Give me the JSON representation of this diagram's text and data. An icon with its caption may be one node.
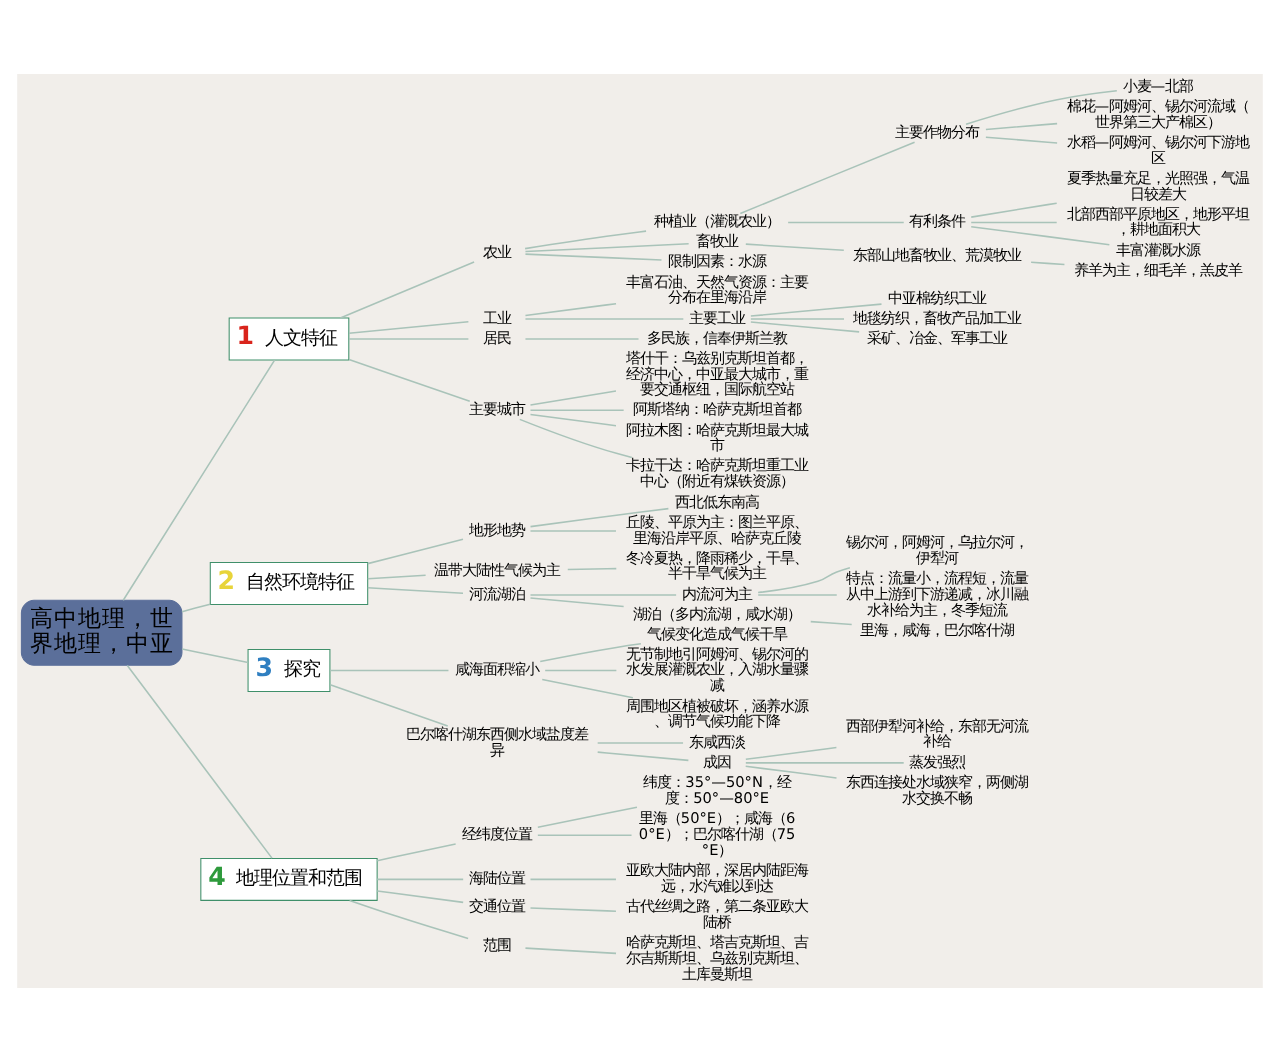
{
  "diagram": {
    "nodes": [
      {
        "text": [
          "高中地理，世界地理，中亚"
        ]
      },
      {
        "text": [
          "1",
          "人文特征"
        ]
      },
      {
        "text": [
          "农业"
        ]
      },
      {
        "text": [
          "种植业（灌溉农业）"
        ]
      },
      {
        "text": [
          "主要作物分布"
        ]
      },
      {
        "text": [
          "小麦—北部"
        ]
      },
      {
        "text": [
          "棉花—阿姆河、锡尔河流域（世界第三大产棉区）"
        ]
      },
      {
        "text": [
          "水稻—阿姆河、锡尔河下游地区"
        ]
      },
      {
        "text": [
          "有利条件"
        ]
      },
      {
        "text": [
          "夏季热量充足，光照强，气温日较差大"
        ]
      },
      {
        "text": [
          "北部西部平原地区，地形平坦，耕地面积大"
        ]
      },
      {
        "text": [
          "丰富灌溉水源"
        ]
      },
      {
        "text": [
          "畜牧业"
        ]
      },
      {
        "text": [
          "东部山地畜牧业、荒漠牧业"
        ]
      },
      {
        "text": [
          "养羊为主，细毛羊，羔皮羊"
        ]
      },
      {
        "text": [
          "限制因素：水源"
        ]
      },
      {
        "text": [
          "工业"
        ]
      },
      {
        "text": [
          "丰富石油、天然气资源：主要分布在里海沿岸"
        ]
      },
      {
        "text": [
          "主要工业"
        ]
      },
      {
        "text": [
          "中亚棉纺织工业"
        ]
      },
      {
        "text": [
          "地毯纺织，畜牧产品加工业"
        ]
      },
      {
        "text": [
          "采矿、冶金、军事工业"
        ]
      },
      {
        "text": [
          "居民"
        ]
      },
      {
        "text": [
          "多民族，信奉伊斯兰教"
        ]
      },
      {
        "text": [
          "主要城市"
        ]
      },
      {
        "text": [
          "塔什干：乌兹别克斯坦首都，经济中心，中亚最大城市，重要交通枢纽，国际航空站"
        ]
      },
      {
        "text": [
          "阿斯塔纳：哈萨克斯坦首都"
        ]
      },
      {
        "text": [
          "阿拉木图：哈萨克斯坦最大城市"
        ]
      },
      {
        "text": [
          "卡拉干达：哈萨克斯坦重工业中心（附近有煤铁资源）"
        ]
      },
      {
        "text": [
          "2",
          "自然环境特征"
        ]
      },
      {
        "text": [
          "地形地势"
        ]
      },
      {
        "text": [
          "西北低东南高"
        ]
      },
      {
        "text": [
          "丘陵、平原为主：图兰平原、里海沿岸平原、哈萨克丘陵"
        ]
      },
      {
        "text": [
          "温带大陆性气候为主"
        ]
      },
      {
        "text": [
          "冬冷夏热，降雨稀少，干旱、半干旱气候为主"
        ]
      },
      {
        "text": [
          "河流湖泊"
        ]
      },
      {
        "text": [
          "内流河为主"
        ]
      },
      {
        "text": [
          "锡尔河，阿姆河，乌拉尔河，伊犁河"
        ]
      },
      {
        "text": [
          "特点：流量小，流程短，流量从中上游到下游递减，冰川融水补给为主，冬季短流"
        ]
      },
      {
        "text": [
          "湖泊（多内流湖，咸水湖）"
        ]
      },
      {
        "text": [
          "里海，咸海，巴尔喀什湖"
        ]
      },
      {
        "text": [
          "3",
          "探究"
        ]
      },
      {
        "text": [
          "咸海面积缩小"
        ]
      },
      {
        "text": [
          "气候变化造成气候干旱"
        ]
      },
      {
        "text": [
          "无节制地引阿姆河、锡尔河的水发展灌溉农业，入湖水量骤减"
        ]
      },
      {
        "text": [
          "周围地区植被破坏，涵养水源、调节气候功能下降"
        ]
      },
      {
        "text": [
          "巴尔喀什湖东西侧水域盐度差异"
        ]
      },
      {
        "text": [
          "东咸西淡"
        ]
      },
      {
        "text": [
          "成因"
        ]
      },
      {
        "text": [
          "西部伊犁河补给，东部无河流补给"
        ]
      },
      {
        "text": [
          "蒸发强烈"
        ]
      },
      {
        "text": [
          "东西连接处水域狭窄，两侧湖水交换不畅"
        ]
      },
      {
        "text": [
          "4",
          "地理位置和范围"
        ]
      },
      {
        "text": [
          "经纬度位置"
        ]
      },
      {
        "text": [
          "纬度：35°—50°N，经度：50°—80°E"
        ]
      },
      {
        "text": [
          "里海（50°E）；咸海（60°E）；巴尔喀什湖（75°E）"
        ]
      },
      {
        "text": [
          "海陆位置"
        ]
      },
      {
        "text": [
          "亚欧大陆内部，深居内陆距海远，水汽难以到达"
        ]
      },
      {
        "text": [
          "交通位置"
        ]
      },
      {
        "text": [
          "古代丝绸之路，第二条亚欧大陆桥"
        ]
      },
      {
        "text": [
          "范围"
        ]
      },
      {
        "text": [
          "哈萨克斯坦、塔吉克斯坦、吉尔吉斯斯坦、乌兹别克斯坦、土库曼斯坦"
        ]
      }
    ],
    "edges": [
      {
        "from": 0,
        "to": 1,
        "arrow": "none"
      },
      {
        "from": 1,
        "to": 2,
        "arrow": "none"
      },
      {
        "from": 2,
        "to": 3,
        "arrow": "none"
      },
      {
        "from": 3,
        "to": 4,
        "arrow": "none"
      },
      {
        "from": 4,
        "to": 5,
        "arrow": "none"
      },
      {
        "from": 4,
        "to": 6,
        "arrow": "none"
      },
      {
        "from": 4,
        "to": 7,
        "arrow": "none"
      },
      {
        "from": 3,
        "to": 8,
        "arrow": "none"
      },
      {
        "from": 8,
        "to": 9,
        "arrow": "none"
      },
      {
        "from": 8,
        "to": 10,
        "arrow": "none"
      },
      {
        "from": 8,
        "to": 11,
        "arrow": "none"
      },
      {
        "from": 2,
        "to": 12,
        "arrow": "none"
      },
      {
        "from": 12,
        "to": 13,
        "arrow": "none"
      },
      {
        "from": 13,
        "to": 14,
        "arrow": "none"
      },
      {
        "from": 2,
        "to": 15,
        "arrow": "none"
      },
      {
        "from": 1,
        "to": 16,
        "arrow": "none"
      },
      {
        "from": 16,
        "to": 17,
        "arrow": "none"
      },
      {
        "from": 16,
        "to": 18,
        "arrow": "none"
      },
      {
        "from": 18,
        "to": 19,
        "arrow": "none"
      },
      {
        "from": 18,
        "to": 20,
        "arrow": "none"
      },
      {
        "from": 18,
        "to": 21,
        "arrow": "none"
      },
      {
        "from": 1,
        "to": 22,
        "arrow": "none"
      },
      {
        "from": 22,
        "to": 23,
        "arrow": "none"
      },
      {
        "from": 1,
        "to": 24,
        "arrow": "none"
      },
      {
        "from": 24,
        "to": 25,
        "arrow": "none"
      },
      {
        "from": 24,
        "to": 26,
        "arrow": "none"
      },
      {
        "from": 24,
        "to": 27,
        "arrow": "none"
      },
      {
        "from": 24,
        "to": 28,
        "arrow": "none"
      },
      {
        "from": 0,
        "to": 29,
        "arrow": "none"
      },
      {
        "from": 29,
        "to": 30,
        "arrow": "none"
      },
      {
        "from": 30,
        "to": 31,
        "arrow": "none"
      },
      {
        "from": 30,
        "to": 32,
        "arrow": "none"
      },
      {
        "from": 29,
        "to": 33,
        "arrow": "none"
      },
      {
        "from": 33,
        "to": 34,
        "arrow": "none"
      },
      {
        "from": 29,
        "to": 35,
        "arrow": "none"
      },
      {
        "from": 35,
        "to": 36,
        "arrow": "none"
      },
      {
        "from": 36,
        "to": 37,
        "arrow": "none"
      },
      {
        "from": 36,
        "to": 38,
        "arrow": "none"
      },
      {
        "from": 35,
        "to": 39,
        "arrow": "none"
      },
      {
        "from": 39,
        "to": 40,
        "arrow": "none"
      },
      {
        "from": 0,
        "to": 41,
        "arrow": "none"
      },
      {
        "from": 41,
        "to": 42,
        "arrow": "none"
      },
      {
        "from": 42,
        "to": 43,
        "arrow": "none"
      },
      {
        "from": 42,
        "to": 44,
        "arrow": "none"
      },
      {
        "from": 42,
        "to": 45,
        "arrow": "none"
      },
      {
        "from": 41,
        "to": 46,
        "arrow": "none"
      },
      {
        "from": 46,
        "to": 47,
        "arrow": "none"
      },
      {
        "from": 46,
        "to": 48,
        "arrow": "none"
      },
      {
        "from": 48,
        "to": 49,
        "arrow": "none"
      },
      {
        "from": 48,
        "to": 50,
        "arrow": "none"
      },
      {
        "from": 48,
        "to": 51,
        "arrow": "none"
      },
      {
        "from": 0,
        "to": 52,
        "arrow": "none"
      },
      {
        "from": 52,
        "to": 53,
        "arrow": "none"
      },
      {
        "from": 53,
        "to": 54,
        "arrow": "none"
      },
      {
        "from": 53,
        "to": 55,
        "arrow": "none"
      },
      {
        "from": 52,
        "to": 56,
        "arrow": "none"
      },
      {
        "from": 56,
        "to": 57,
        "arrow": "none"
      },
      {
        "from": 52,
        "to": 58,
        "arrow": "none"
      },
      {
        "from": 58,
        "to": 59,
        "arrow": "none"
      },
      {
        "from": 52,
        "to": 60,
        "arrow": "none"
      },
      {
        "from": 60,
        "to": 61,
        "arrow": "none"
      }
    ]
  }
}
